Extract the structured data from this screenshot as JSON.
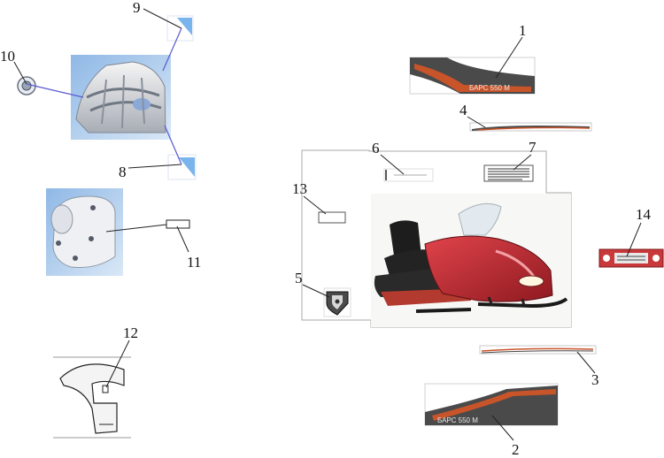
{
  "diagram": {
    "callouts": [
      {
        "id": "1",
        "label": "1"
      },
      {
        "id": "2",
        "label": "2"
      },
      {
        "id": "3",
        "label": "3"
      },
      {
        "id": "4",
        "label": "4"
      },
      {
        "id": "5",
        "label": "5"
      },
      {
        "id": "6",
        "label": "6"
      },
      {
        "id": "7",
        "label": "7"
      },
      {
        "id": "8",
        "label": "8"
      },
      {
        "id": "9",
        "label": "9"
      },
      {
        "id": "10",
        "label": "10"
      },
      {
        "id": "11",
        "label": "11"
      },
      {
        "id": "12",
        "label": "12"
      },
      {
        "id": "13",
        "label": "13"
      },
      {
        "id": "14",
        "label": "14"
      }
    ],
    "decal_text": {
      "side_decal_upper": "БАРС 550 М",
      "side_decal_lower": "БАРС 550 М"
    },
    "colors": {
      "decal_orange": "#c8542a",
      "decal_dark": "#4a4a4a",
      "sled_red": "#c4242e",
      "panel_blue": "#bcd6ee",
      "plate_red": "#c9383a",
      "leader_blue": "#5a5ad0"
    }
  }
}
